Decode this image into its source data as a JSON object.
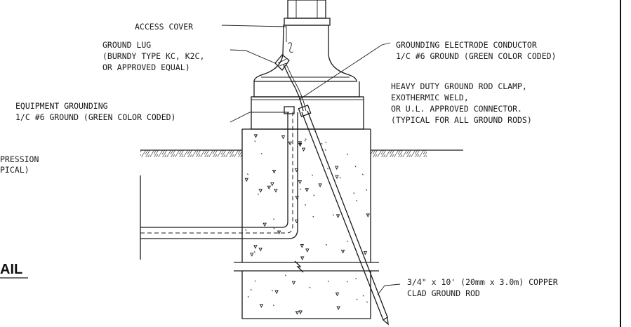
{
  "labels": {
    "access_cover": "ACCESS COVER",
    "ground_lug_1": "GROUND LUG",
    "ground_lug_2": "(BURNDY TYPE KC, K2C,",
    "ground_lug_3": "OR APPROVED EQUAL)",
    "gec_1": "GROUNDING ELECTRODE CONDUCTOR",
    "gec_2": "1/C #6 GROUND (GREEN COLOR CODED)",
    "clamp_1": "HEAVY DUTY GROUND ROD CLAMP,",
    "clamp_2": "EXOTHERMIC WELD,",
    "clamp_3": "OR U.L. APPROVED CONNECTOR.",
    "clamp_4": "(TYPICAL FOR ALL GROUND RODS)",
    "egc_1": "EQUIPMENT GROUNDING",
    "egc_2": "1/C #6 GROUND (GREEN COLOR CODED)",
    "partial_1": "PRESSION",
    "partial_2": "PICAL)",
    "rod_1": "3/4\" x 10' (20mm x 3.0m) COPPER",
    "rod_2": "CLAD GROUND ROD",
    "title_partial": "AIL"
  }
}
